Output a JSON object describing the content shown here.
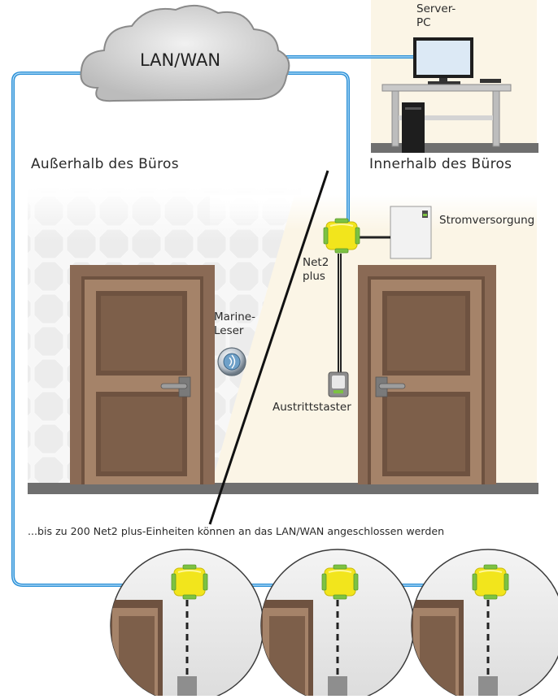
{
  "labels": {
    "cloud": "LAN/WAN",
    "server_line1": "Server-",
    "server_line2": "PC",
    "outside": "Außerhalb des Büros",
    "inside": "Innerhalb des Büros",
    "power_supply": "Stromversorgung",
    "net2_line1": "Net2",
    "net2_line2": "plus",
    "reader_line1": "Marine-",
    "reader_line2": "Leser",
    "exit_button": "Austrittstaster",
    "footer": "...bis zu 200 Net2 plus-Einheiten können an das LAN/WAN angeschlossen werden"
  },
  "colors": {
    "cable_blue": "#2a8fd6",
    "controller_yellow": "#f2e51c",
    "controller_green": "#7cc242",
    "door_brown": "#8a6a55",
    "wall_inside": "#fbf5e6",
    "floor": "#6f6f6f"
  },
  "icons": [
    "cloud-icon",
    "server-pc-icon",
    "door-icon",
    "reader-icon",
    "controller-icon",
    "power-supply-icon",
    "exit-button-icon"
  ]
}
